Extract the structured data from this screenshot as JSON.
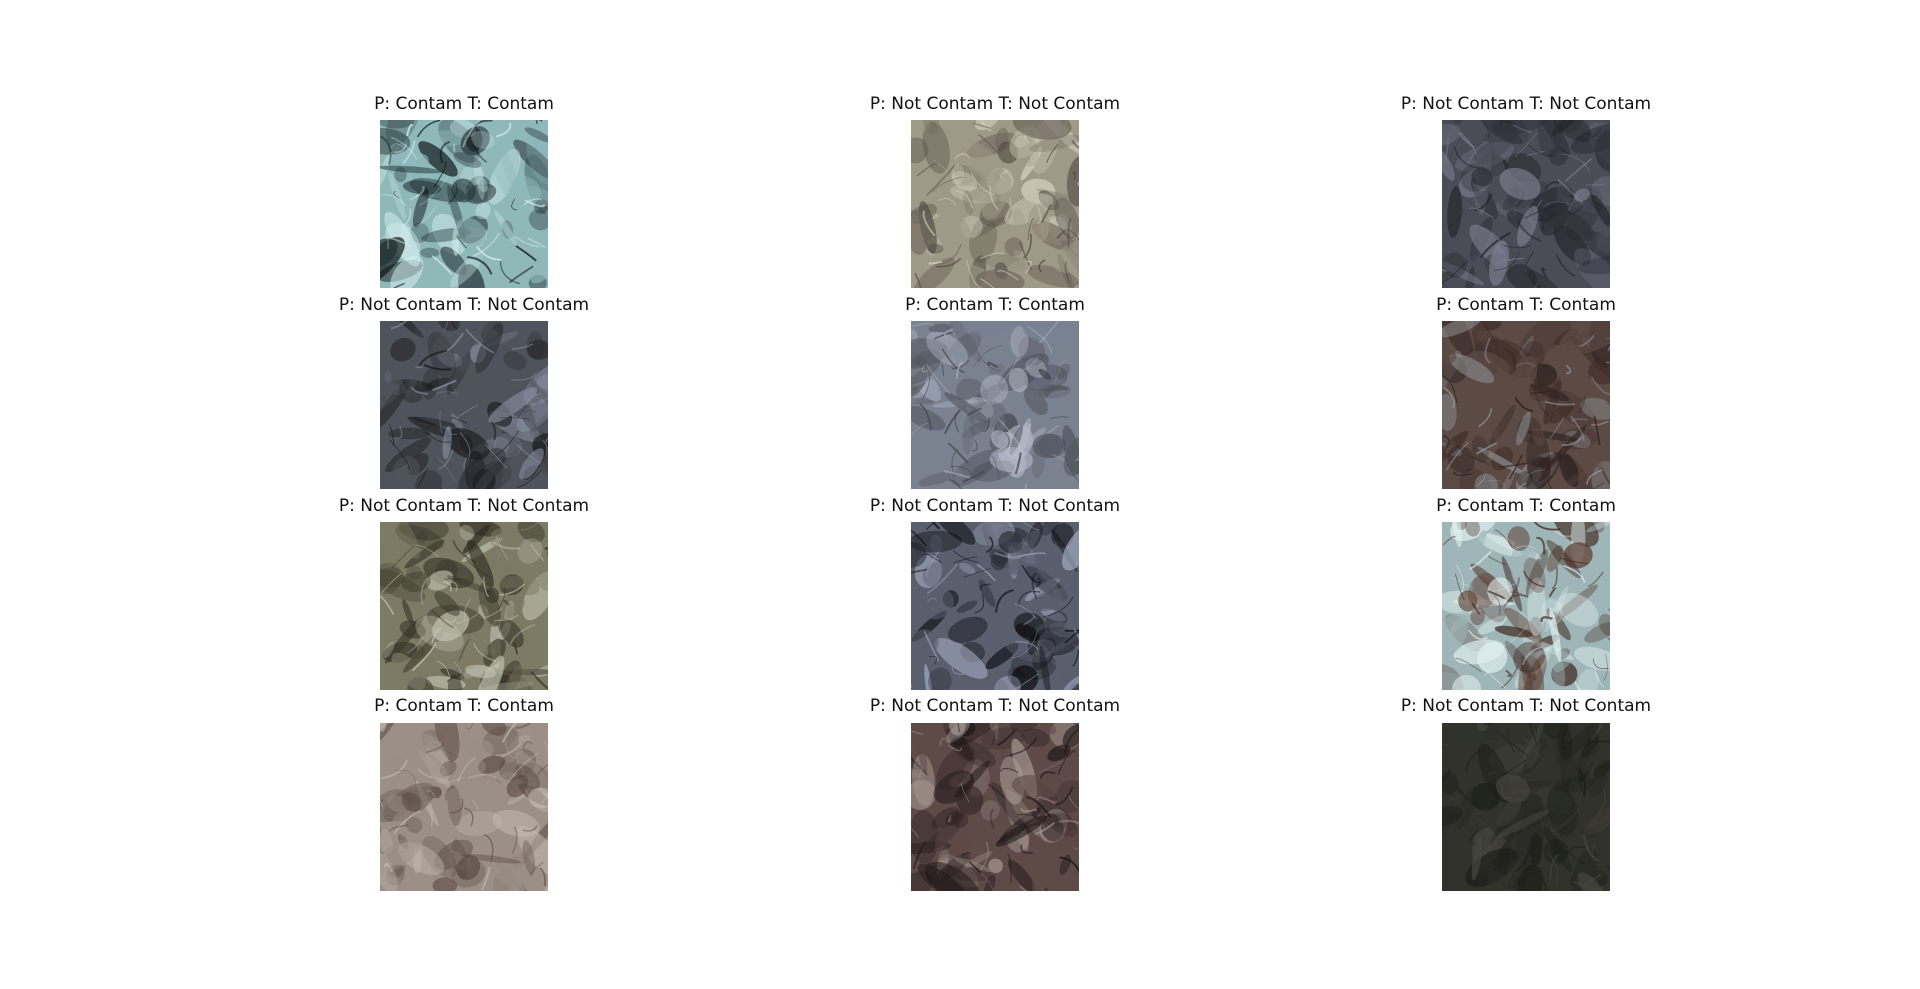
{
  "figure": {
    "panels": [
      {
        "title": "P: Contam T: Contam",
        "base": "#8fb8b9",
        "tint": "#203034",
        "accent": "#d9f2f2",
        "dark": "#0b0f12"
      },
      {
        "title": "P: Not Contam T: Not Contam",
        "base": "#9f9a88",
        "tint": "#6d665b",
        "accent": "#d8d5c3",
        "dark": "#524c43"
      },
      {
        "title": "P: Not Contam T: Not Contam",
        "base": "#4c4c57",
        "tint": "#2e2f37",
        "accent": "#7d7e8f",
        "dark": "#202127"
      },
      {
        "title": "P: Not Contam T: Not Contam",
        "base": "#4f535b",
        "tint": "#2a2b2f",
        "accent": "#8a91a2",
        "dark": "#161718"
      },
      {
        "title": "P: Contam T: Contam",
        "base": "#7a8290",
        "tint": "#55585f",
        "accent": "#b7bccb",
        "dark": "#40434b"
      },
      {
        "title": "P: Contam T: Contam",
        "base": "#5c4a45",
        "tint": "#3f2c28",
        "accent": "#99a0a6",
        "dark": "#2a201d"
      },
      {
        "title": "P: Not Contam T: Not Contam",
        "base": "#7d7a65",
        "tint": "#3d3b2d",
        "accent": "#c5c6b5",
        "dark": "#2f2e22"
      },
      {
        "title": "P: Not Contam T: Not Contam",
        "base": "#5a5f6e",
        "tint": "#1b1c22",
        "accent": "#a7b0c6",
        "dark": "#0c0c10"
      },
      {
        "title": "P: Contam T: Contam",
        "base": "#9fb6b9",
        "tint": "#5b3a2d",
        "accent": "#e4f3f3",
        "dark": "#3b2219"
      },
      {
        "title": "P: Contam T: Contam",
        "base": "#9b8f86",
        "tint": "#6f625b",
        "accent": "#c4bbb0",
        "dark": "#5a4b44"
      },
      {
        "title": "P: Not Contam T: Not Contam",
        "base": "#5e4a47",
        "tint": "#2c2222",
        "accent": "#a89a93",
        "dark": "#1a1414"
      },
      {
        "title": "P: Not Contam T: Not Contam",
        "base": "#31322c",
        "tint": "#24251f",
        "accent": "#46473f",
        "dark": "#1b1c17"
      }
    ]
  }
}
